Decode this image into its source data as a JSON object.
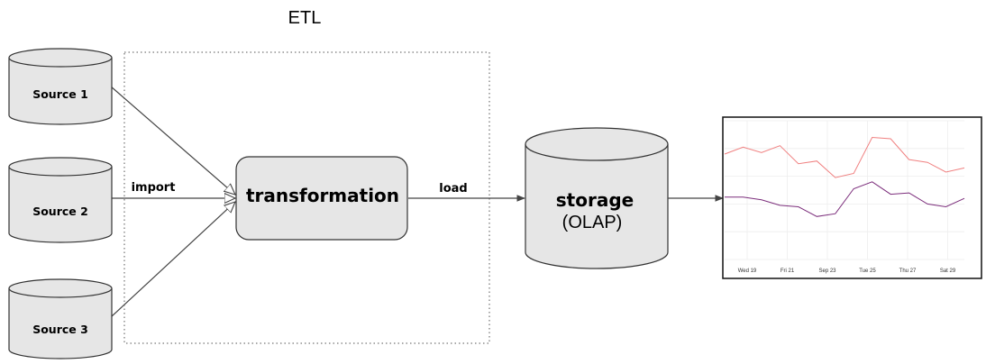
{
  "title": "ETL",
  "sources": [
    {
      "label": "Source 1"
    },
    {
      "label": "Source 2"
    },
    {
      "label": "Source 3"
    }
  ],
  "edges": {
    "import_label": "import",
    "load_label": "load"
  },
  "transformation": {
    "label": "transformation"
  },
  "storage": {
    "label": "storage",
    "sublabel": "(OLAP)"
  },
  "colors": {
    "node_fill": "#e6e6e6",
    "node_stroke": "#333333",
    "series_1": "#f08080",
    "series_2": "#7b2d7b"
  },
  "chart_data": {
    "type": "line",
    "title": "",
    "xlabel": "",
    "ylabel": "",
    "x_tick_labels": [
      "Wed 19",
      "Fri 21",
      "Sep 23",
      "Tue 25",
      "Thu 27",
      "Sat 29"
    ],
    "x": [
      0,
      1,
      2,
      3,
      4,
      5,
      6,
      7,
      8,
      9,
      10,
      11,
      12,
      13,
      14,
      15,
      16,
      17,
      18,
      19,
      20,
      21,
      22
    ],
    "x_tick_positions": [
      1,
      4,
      7,
      10,
      13,
      16
    ],
    "ylim": [
      0,
      100
    ],
    "grid": true,
    "series": [
      {
        "color": "#f08080",
        "values": [
          76,
          81,
          77,
          82,
          69,
          71,
          59,
          62,
          88,
          87,
          72,
          70,
          63,
          66
        ]
      },
      {
        "color": "#7b2d7b",
        "values": [
          45,
          45,
          43,
          39,
          38,
          31,
          33,
          51,
          56,
          47,
          48,
          40,
          38,
          44
        ]
      }
    ]
  }
}
